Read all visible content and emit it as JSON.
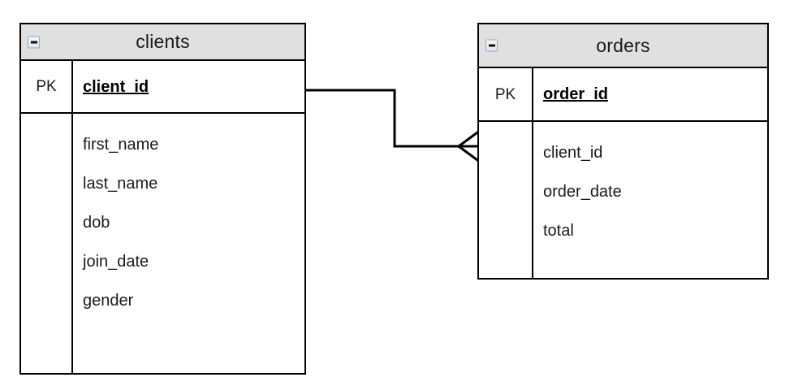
{
  "diagram": {
    "type": "entity-relationship-diagram",
    "notation": "crows-foot",
    "background_color": "#ffffff",
    "header_color": "#e0e0e0",
    "line_color": "#000000"
  },
  "entities": [
    {
      "id": "clients",
      "title": "clients",
      "collapse_icon": "collapse-minus-icon",
      "key_column_header": "PK",
      "primary_key": "client_id",
      "attributes": [
        "first_name",
        "last_name",
        "dob",
        "join_date",
        "gender"
      ]
    },
    {
      "id": "orders",
      "title": "orders",
      "collapse_icon": "collapse-minus-icon",
      "key_column_header": "PK",
      "primary_key": "order_id",
      "attributes": [
        "client_id",
        "order_date",
        "total"
      ]
    }
  ],
  "relationship": {
    "from_entity": "clients",
    "from_field": "client_id",
    "to_entity": "orders",
    "to_field": "client_id",
    "from_cardinality": "one",
    "to_cardinality": "many",
    "marker": "crows-foot-many"
  }
}
